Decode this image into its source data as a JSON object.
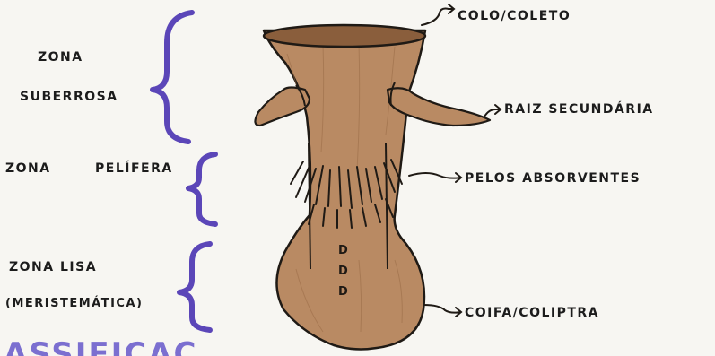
{
  "diagram": {
    "left_labels": {
      "zona_suberosa": [
        "ZONA",
        "SUBERROSA"
      ],
      "zona_pilifera": [
        "ZONA",
        "PELÍFERA"
      ],
      "zona_lisa": [
        "ZONA LISA",
        "(MERISTEMÁTICA)"
      ]
    },
    "right_labels": {
      "colo": "COLO/COLETO",
      "raiz_secundaria": "RAIZ SECUNDÁRIA",
      "pelos": "PELOS ABSORVENTES",
      "coifa": "COIFA/COLIPTRA"
    },
    "cut_off_heading": "ASSIFICAÇ",
    "colors": {
      "root_fill": "#b98a63",
      "root_dark": "#9a6c47",
      "outline": "#1f1a15",
      "brace": "#5b46b8",
      "heading": "#7b6fd0"
    }
  }
}
